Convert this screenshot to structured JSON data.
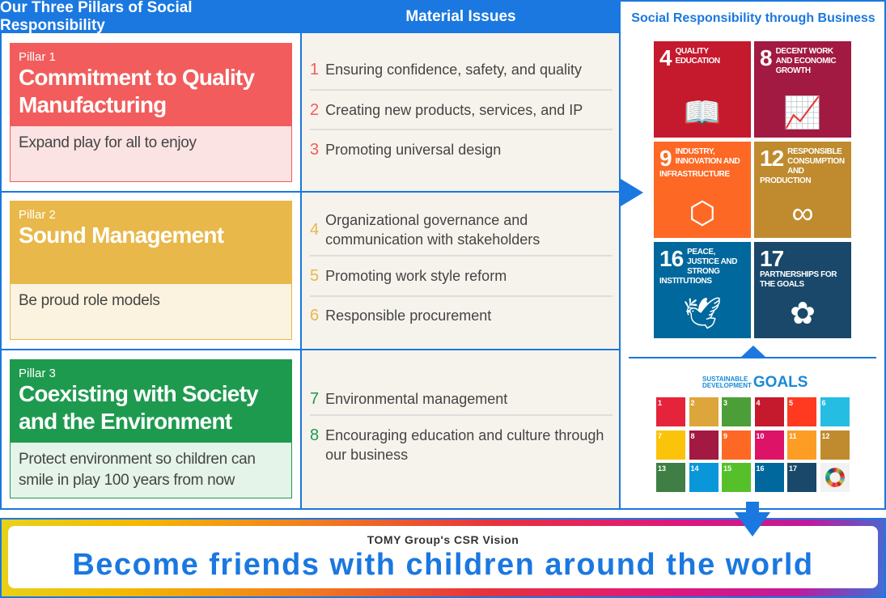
{
  "header": {
    "pillars": "Our Three Pillars of Social Responsibility",
    "issues": "Material Issues",
    "business": "Social Responsibility through Business"
  },
  "pillars": [
    {
      "label": "Pillar 1",
      "title": "Commitment to Quality Manufacturing",
      "desc": "Expand play for all to enjoy",
      "color": "#f25c5c",
      "bg": "#fbe3e3"
    },
    {
      "label": "Pillar 2",
      "title": "Sound Management",
      "desc": "Be proud role models",
      "color": "#e8b84a",
      "bg": "#fbf3df"
    },
    {
      "label": "Pillar 3",
      "title": "Coexisting with Society and the Environment",
      "desc": "Protect environment so children can smile in play 100 years from now",
      "color": "#1e9a4e",
      "bg": "#e5f4e9"
    }
  ],
  "issues": [
    {
      "n": "1",
      "text": "Ensuring confidence, safety, and quality"
    },
    {
      "n": "2",
      "text": "Creating new products, services, and IP"
    },
    {
      "n": "3",
      "text": "Promoting universal design"
    },
    {
      "n": "4",
      "text": "Organizational governance and communication with stakeholders"
    },
    {
      "n": "5",
      "text": "Promoting work style reform"
    },
    {
      "n": "6",
      "text": "Responsible procurement"
    },
    {
      "n": "7",
      "text": "Environmental management"
    },
    {
      "n": "8",
      "text": "Encouraging education and culture through our business"
    }
  ],
  "sdgs": [
    {
      "n": "4",
      "label": "QUALITY EDUCATION",
      "color": "#c5192d",
      "icon": "book-icon"
    },
    {
      "n": "8",
      "label": "DECENT WORK AND ECONOMIC GROWTH",
      "color": "#a21942",
      "icon": "growth-chart-icon"
    },
    {
      "n": "9",
      "label": "INDUSTRY, INNOVATION AND INFRASTRUCTURE",
      "color": "#fd6925",
      "icon": "cubes-icon"
    },
    {
      "n": "12",
      "label": "RESPONSIBLE CONSUMPTION AND PRODUCTION",
      "color": "#bf8b2e",
      "icon": "infinity-icon"
    },
    {
      "n": "16",
      "label": "PEACE, JUSTICE AND STRONG INSTITUTIONS",
      "color": "#00689d",
      "icon": "dove-icon"
    },
    {
      "n": "17",
      "label": "PARTNERSHIPS FOR THE GOALS",
      "color": "#19486a",
      "icon": "rings-icon"
    }
  ],
  "sdg_logo": {
    "line1": "SUSTAINABLE",
    "line2": "DEVELOPMENT",
    "goals": "GOALS"
  },
  "sdg_grid": [
    {
      "n": "1",
      "color": "#e5243b"
    },
    {
      "n": "2",
      "color": "#dda63a"
    },
    {
      "n": "3",
      "color": "#4c9f38"
    },
    {
      "n": "4",
      "color": "#c5192d"
    },
    {
      "n": "5",
      "color": "#ff3a21"
    },
    {
      "n": "6",
      "color": "#26bde2"
    },
    {
      "n": "7",
      "color": "#fcc30b"
    },
    {
      "n": "8",
      "color": "#a21942"
    },
    {
      "n": "9",
      "color": "#fd6925"
    },
    {
      "n": "10",
      "color": "#dd1367"
    },
    {
      "n": "11",
      "color": "#fd9d24"
    },
    {
      "n": "12",
      "color": "#bf8b2e"
    },
    {
      "n": "13",
      "color": "#3f7e44"
    },
    {
      "n": "14",
      "color": "#0a97d9"
    },
    {
      "n": "15",
      "color": "#56c02b"
    },
    {
      "n": "16",
      "color": "#00689d"
    },
    {
      "n": "17",
      "color": "#19486a"
    }
  ],
  "vision": {
    "label": "TOMY Group's CSR Vision",
    "text": "Become friends with children around the world"
  },
  "accent": "#1a78e0"
}
